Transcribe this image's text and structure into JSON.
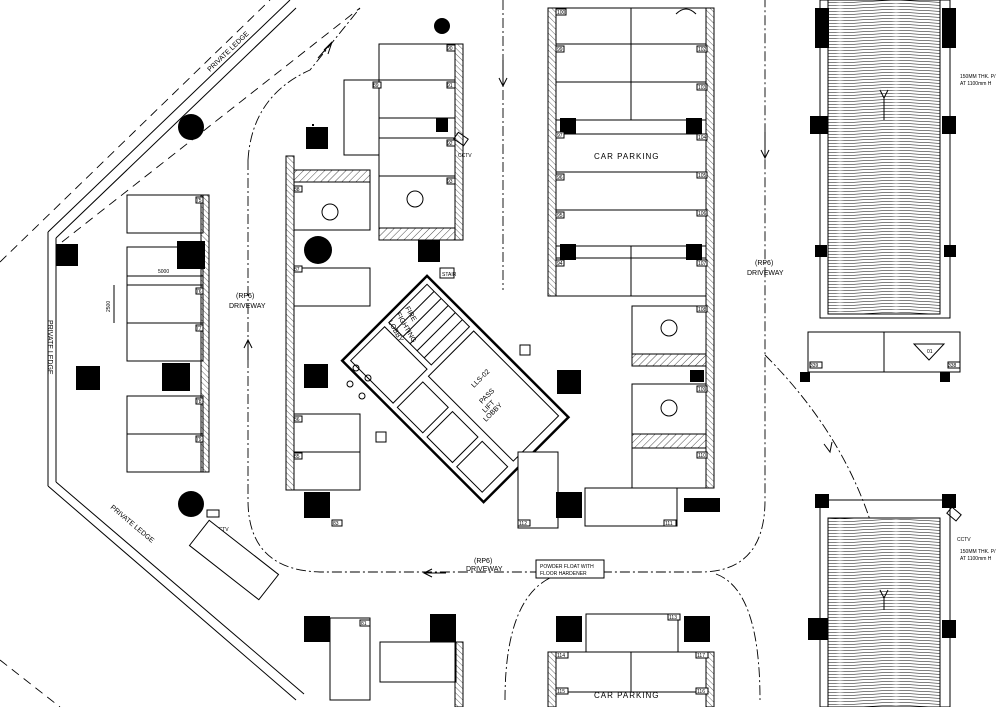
{
  "labels": {
    "driveway_left_code": "(RP6)",
    "driveway_left": "DRIVEWAY",
    "driveway_right_code": "(RP6)",
    "driveway_right": "DRIVEWAY",
    "driveway_bottom_code": "(RP6)",
    "driveway_bottom": "DRIVEWAY",
    "car_parking_top": "CAR PARKING",
    "car_parking_bottom": "CAR PARKING",
    "private_ledge_top": "PRIVATE LEDGE",
    "private_ledge_left": "PRIVATE LEDGE",
    "powder_float_line1": "POWDER FLOAT WITH",
    "powder_float_line2": "FLOOR HARDENER",
    "ramp_note_top_line1": "150MM THK. P/",
    "ramp_note_top_line2": "AT 1100mm H",
    "ramp_note_bottom_line1": "150MM THK. P/",
    "ramp_note_bottom_line2": "AT 1100mm H",
    "lift_lobby_code": "LLS-02",
    "lift_lobby_line1": "PASS",
    "lift_lobby_line2": "LIFT",
    "lift_lobby_line3": "LOBBY",
    "fire_lobby_line1": "FIRE",
    "fire_lobby_line2": "FIGHTING",
    "fire_lobby_line3": "LOBBY",
    "stair_code": "STAIR",
    "dim_5000": "5000",
    "dim_2500": "2500",
    "section_marker": "01",
    "cctv": "CCTV"
  },
  "lots": {
    "l75": "75",
    "l76": "76",
    "l77": "77",
    "l78": "78",
    "l79": "79",
    "l80": "80",
    "l81": "81",
    "l83": "83",
    "l85": "85",
    "l86": "86",
    "l87": "87",
    "l88": "88",
    "l89": "89",
    "l90": "90",
    "l91": "91",
    "l92": "92",
    "l93": "93",
    "l94": "94",
    "l95": "95",
    "l96": "96",
    "l97": "97",
    "l98": "98",
    "l99": "99",
    "l100": "100",
    "l101": "101",
    "l102": "102",
    "l103": "103",
    "l104": "104",
    "l105": "105",
    "l106": "106",
    "l107": "107",
    "l108": "108",
    "l109": "109",
    "l110": "110",
    "l111": "111",
    "l112": "112",
    "l113": "113",
    "l114": "114",
    "l115": "115",
    "l116": "116",
    "l117": "117",
    "l338": "338",
    "l339": "339"
  }
}
